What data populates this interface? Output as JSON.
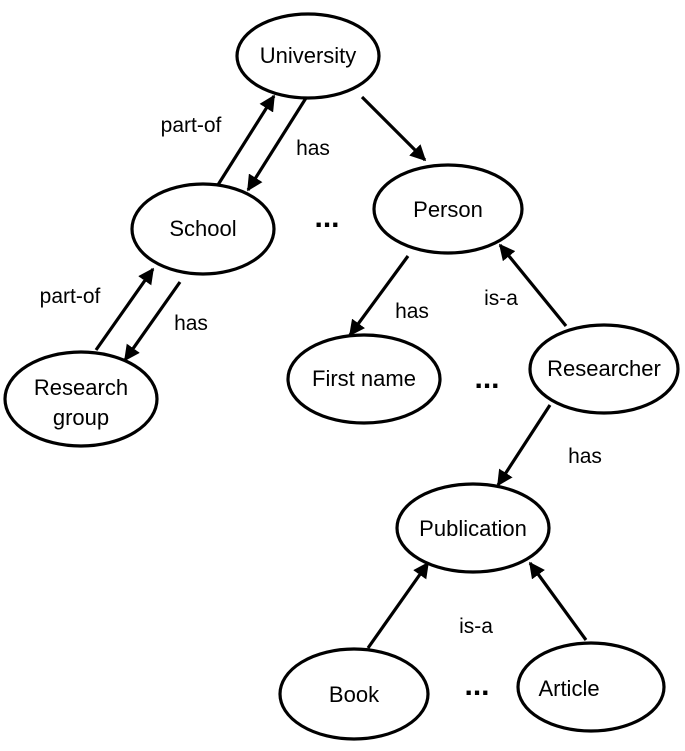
{
  "nodes": {
    "university": "University",
    "school": "School",
    "person": "Person",
    "research_group": [
      "Research",
      "group"
    ],
    "first_name": "First name",
    "researcher": "Researcher",
    "publication": "Publication",
    "book": "Book",
    "article": "Article"
  },
  "edge_labels": {
    "school_to_university": "part-of",
    "university_to_school": "has",
    "group_to_school": "part-of",
    "school_to_group": "has",
    "person_to_first_name": "has",
    "researcher_to_person": "is-a",
    "researcher_to_publication": "has",
    "book_article_to_publication": "is-a"
  },
  "ellipsis": "..."
}
